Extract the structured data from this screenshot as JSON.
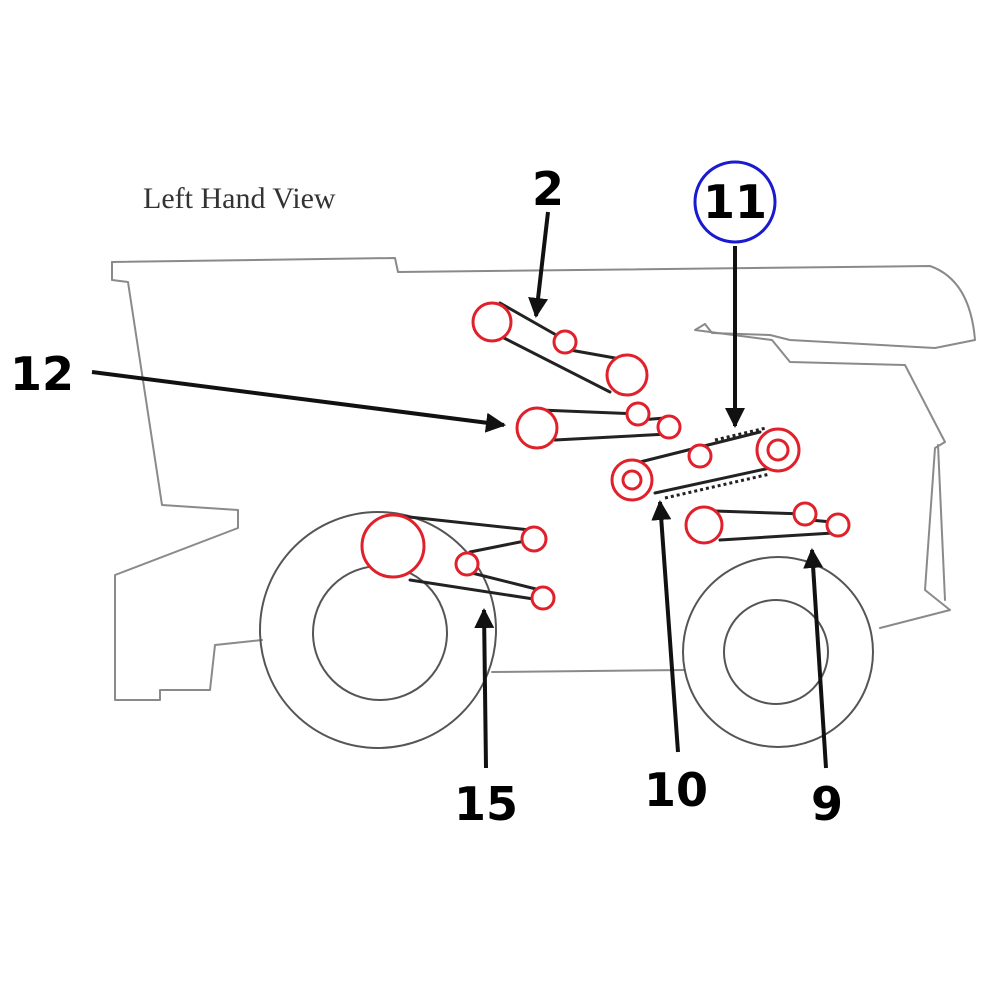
{
  "title": "Left Hand View",
  "callouts": {
    "c2": "2",
    "c11": "11",
    "c12": "12",
    "c15": "15",
    "c10": "10",
    "c9": "9"
  },
  "colors": {
    "pulley": "#e0202a",
    "highlight": "#1a1ad0",
    "outline": "#8a8a8a"
  },
  "highlighted_callout": "11"
}
